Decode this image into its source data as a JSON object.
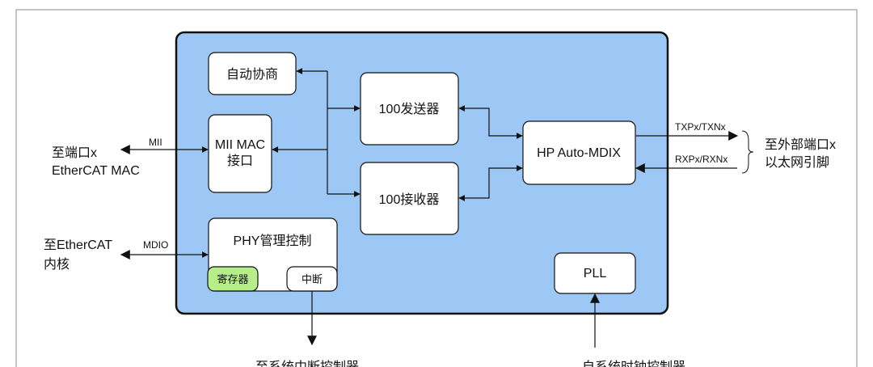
{
  "blocks": {
    "auto_neg": "自动协商",
    "mii_mac_line1": "MII MAC",
    "mii_mac_line2": "接口",
    "transmitter": "100发送器",
    "receiver": "100接收器",
    "mdix": "HP Auto-MDIX",
    "phy_mgmt": "PHY管理控制",
    "registers": "寄存器",
    "interrupt": "中断",
    "pll": "PLL"
  },
  "signals": {
    "mii": "MII",
    "mdio": "MDIO",
    "tx": "TXPx/TXNx",
    "rx": "RXPx/RXNx"
  },
  "external": {
    "left_top_line1": "至端口x",
    "left_top_line2": "EtherCAT MAC",
    "left_bottom_line1": "至EtherCAT",
    "left_bottom_line2": "内核",
    "right_line1": "至外部端口x",
    "right_line2": "以太网引脚",
    "bottom_left": "至系统中断控制器",
    "bottom_right": "自系统时钟控制器"
  },
  "colors": {
    "chip_fill": "#9dc8f5",
    "register_fill": "#b6ee8a",
    "stroke": "#111111"
  }
}
